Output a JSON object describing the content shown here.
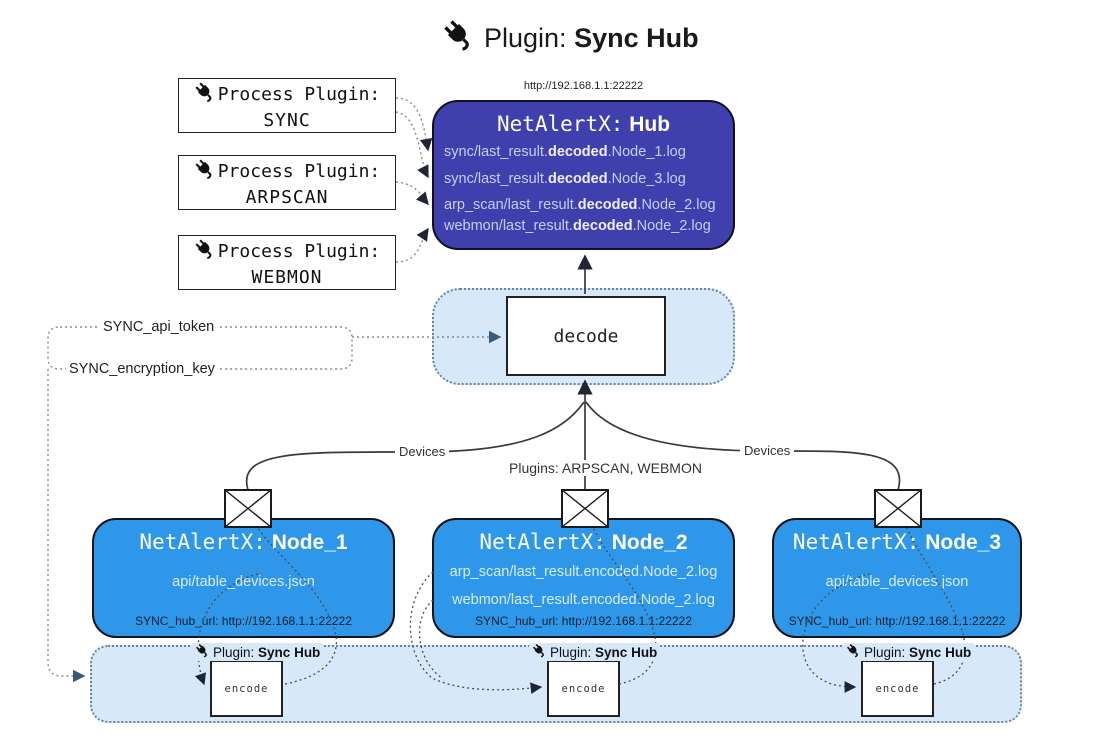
{
  "title": {
    "prefix": "Plugin:",
    "bold": "Sync Hub"
  },
  "process_plugins": [
    {
      "label": "Process Plugin:",
      "name": "SYNC"
    },
    {
      "label": "Process Plugin:",
      "name": "ARPSCAN"
    },
    {
      "label": "Process Plugin:",
      "name": "WEBMON"
    }
  ],
  "hub": {
    "url_label": "http://192.168.1.1:22222",
    "title_prefix": "NetAlertX:",
    "title_bold": "Hub",
    "logs": [
      {
        "pre": "sync/last_result.",
        "bold": "decoded",
        "post": ".Node_1.log"
      },
      {
        "pre": "sync/last_result.",
        "bold": "decoded",
        "post": ".Node_3.log"
      },
      {
        "pre": "arp_scan/last_result.",
        "bold": "decoded",
        "post": ".Node_2.log"
      },
      {
        "pre": "webmon/last_result.",
        "bold": "decoded",
        "post": ".Node_2.log"
      }
    ]
  },
  "decode": {
    "label": "decode"
  },
  "keys": {
    "api_token": "SYNC_api_token",
    "encryption_key": "SYNC_encryption_key"
  },
  "edges": {
    "devices_left": "Devices",
    "devices_right": "Devices",
    "plugins_mid": "Plugins: ARPSCAN, WEBMON"
  },
  "nodes": [
    {
      "title_prefix": "NetAlertX:",
      "title_bold": "Node_1",
      "files": [
        "api/table_devices.json"
      ],
      "hub_url": "SYNC_hub_url: http://192.168.1.1:22222"
    },
    {
      "title_prefix": "NetAlertX:",
      "title_bold": "Node_2",
      "files": [
        "arp_scan/last_result.encoded.Node_2.log",
        "webmon/last_result.encoded.Node_2.log"
      ],
      "hub_url": "SYNC_hub_url: http://192.168.1.1:22222"
    },
    {
      "title_prefix": "NetAlertX:",
      "title_bold": "Node_3",
      "files": [
        "api/table_devices.json"
      ],
      "hub_url": "SYNC_hub_url: http://192.168.1.1:22222"
    }
  ],
  "band": {
    "plugin_label_prefix": "Plugin:",
    "plugin_label_bold": "Sync Hub",
    "encode_label": "encode"
  },
  "colors": {
    "hub_fill": "#3f3fae",
    "node_fill": "#2e97ea",
    "panel_fill": "#d7e9f9",
    "panel_border": "#64869f",
    "line": "#3a3a3a"
  }
}
